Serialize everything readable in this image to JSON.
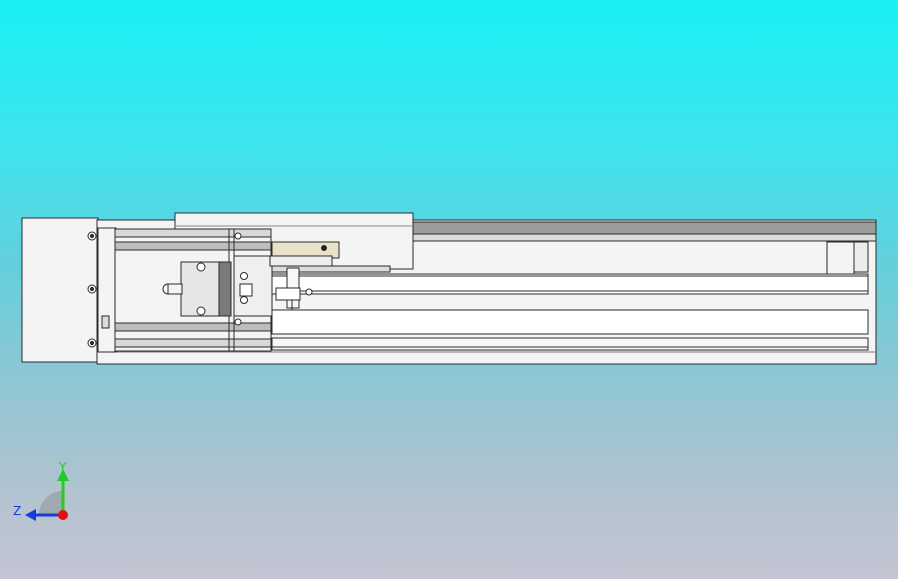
{
  "viewport": {
    "background_top": "#19f0f5",
    "background_bottom": "#c4c4d2"
  },
  "model": {
    "name": "linear-actuator-module",
    "colors": {
      "body": "#f4f4f4",
      "edge": "#2a2a2a",
      "shade": "#a8a8a8",
      "dark_shade": "#6c6c6c",
      "sensor": "#e9e2c8"
    }
  },
  "triad": {
    "y_label": "Y",
    "z_label": "Z",
    "y_color": "#22cc22",
    "z_color": "#1a3ad8",
    "x_color": "#e01010"
  }
}
